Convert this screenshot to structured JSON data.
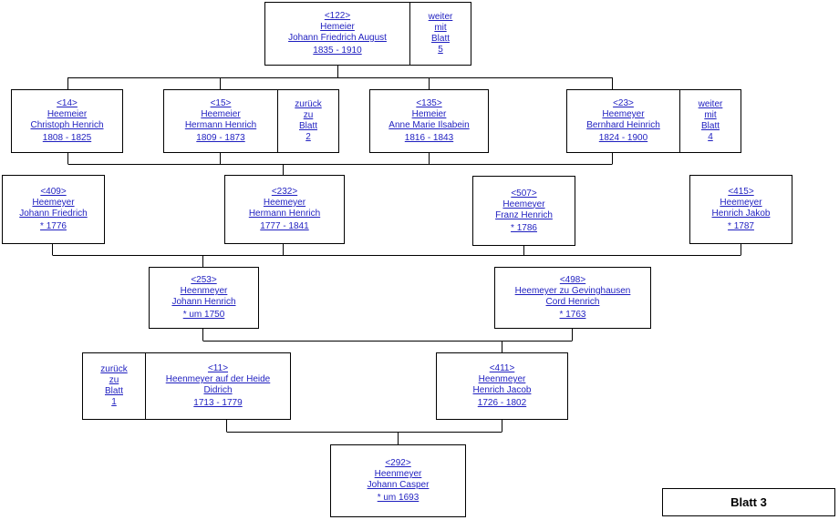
{
  "persons": {
    "p122": {
      "id": "<122>",
      "surname": "Hemeier",
      "given": "Johann Friedrich August",
      "dates": "1835 - 1910"
    },
    "p14": {
      "id": "<14>",
      "surname": "Heemeier",
      "given": "Christoph Henrich",
      "dates": "1808 - 1825"
    },
    "p15": {
      "id": "<15>",
      "surname": "Heemeier",
      "given": "Hermann Henrich",
      "dates": "1809 - 1873"
    },
    "p135": {
      "id": "<135>",
      "surname": "Hemeier",
      "given": "Anne Marie Ilsabein",
      "dates": "1816 - 1843"
    },
    "p23": {
      "id": "<23>",
      "surname": "Heemeyer",
      "given": "Bernhard Heinrich",
      "dates": "1824 - 1900"
    },
    "p409": {
      "id": "<409>",
      "surname": "Heemeyer",
      "given": "Johann Friedrich",
      "dates": "* 1776"
    },
    "p232": {
      "id": "<232>",
      "surname": "Heemeyer",
      "given": "Hermann Henrich",
      "dates": "1777 - 1841"
    },
    "p507": {
      "id": "<507>",
      "surname": "Heemeyer",
      "given": "Franz Henrich",
      "dates": "* 1786"
    },
    "p415": {
      "id": "<415>",
      "surname": "Heemeyer",
      "given": "Henrich Jakob",
      "dates": "* 1787"
    },
    "p253": {
      "id": "<253>",
      "surname": "Heenmeyer",
      "given": "Johann Henrich",
      "dates": "* um 1750"
    },
    "p498": {
      "id": "<498>",
      "surname": "Heemeyer zu Gevinghausen",
      "given": "Cord Henrich",
      "dates": "* 1763"
    },
    "p11": {
      "id": "<11>",
      "surname": "Heenmeyer auf der Heide",
      "given": "Didrich",
      "dates": "1713 - 1779"
    },
    "p411": {
      "id": "<411>",
      "surname": "Heenmeyer",
      "given": "Henrich Jacob",
      "dates": "1726 - 1802"
    },
    "p292": {
      "id": "<292>",
      "surname": "Heenmeyer",
      "given": "Johann Casper",
      "dates": "* um 1693"
    }
  },
  "nav": {
    "weiter5": {
      "w1": "weiter",
      "w2": "mit",
      "w3": "Blatt",
      "num": "5"
    },
    "zurueck2": {
      "w1": "zurück",
      "w2": "zu",
      "w3": "Blatt",
      "num": "2"
    },
    "weiter4": {
      "w1": "weiter",
      "w2": "mit",
      "w3": "Blatt",
      "num": "4"
    },
    "zurueck1": {
      "w1": "zurück",
      "w2": "zu",
      "w3": "Blatt",
      "num": "1"
    }
  },
  "sheet_label": "Blatt 3"
}
